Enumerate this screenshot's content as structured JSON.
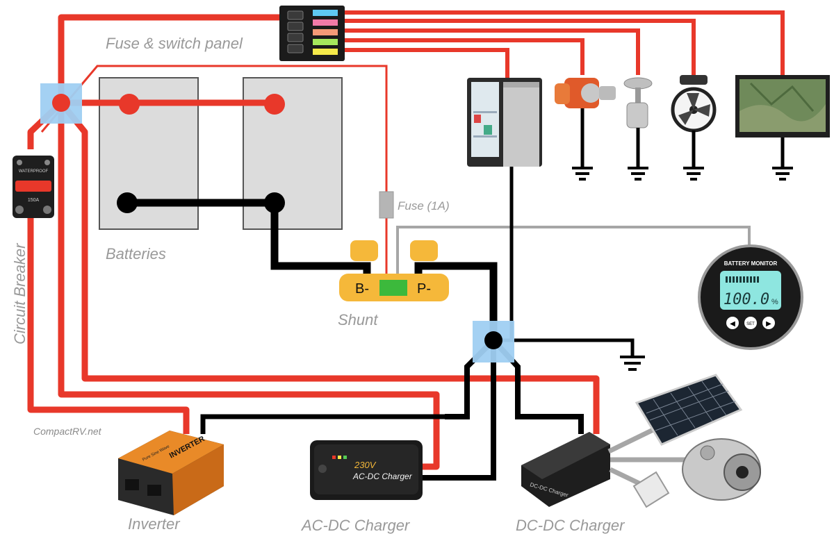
{
  "labels": {
    "fuse_panel": "Fuse & switch panel",
    "batteries": "Batteries",
    "fuse_1a": "Fuse (1A)",
    "shunt": "Shunt",
    "circuit_breaker": "Circuit Breaker",
    "credit": "CompactRV.net",
    "inverter": "Inverter",
    "ac_dc_charger": "AC-DC Charger",
    "dc_dc_charger": "DC-DC Charger"
  },
  "shunt_terminals": {
    "neg_battery": "B-",
    "neg_load": "P-"
  },
  "battery_monitor": {
    "title": "BATTERY MONITOR",
    "reading": "100.0",
    "unit": "%",
    "buttons": {
      "left": "◀",
      "set": "SET",
      "right": "▶"
    }
  },
  "breaker_text": {
    "top": "WATERPROOF",
    "rating": "150A"
  },
  "inverter_device": {
    "brand": "INVERTER",
    "sub": "Pure Sine Wave"
  },
  "ac_dc_device": {
    "voltage": "230V",
    "name": "AC-DC Charger"
  },
  "dc_dc_device": {
    "name": "DC-DC Charger"
  },
  "colors": {
    "positive": "#e8382a",
    "negative": "#000000",
    "sense": "#a6a6a6",
    "junction": "#9fcff2",
    "shunt": "#f5b83a",
    "battery": "#dcdcdc",
    "fuse_leds": [
      "#5ec8f2",
      "#f17aa8",
      "#f59a77",
      "#a6e85c",
      "#f5ea4a"
    ]
  }
}
